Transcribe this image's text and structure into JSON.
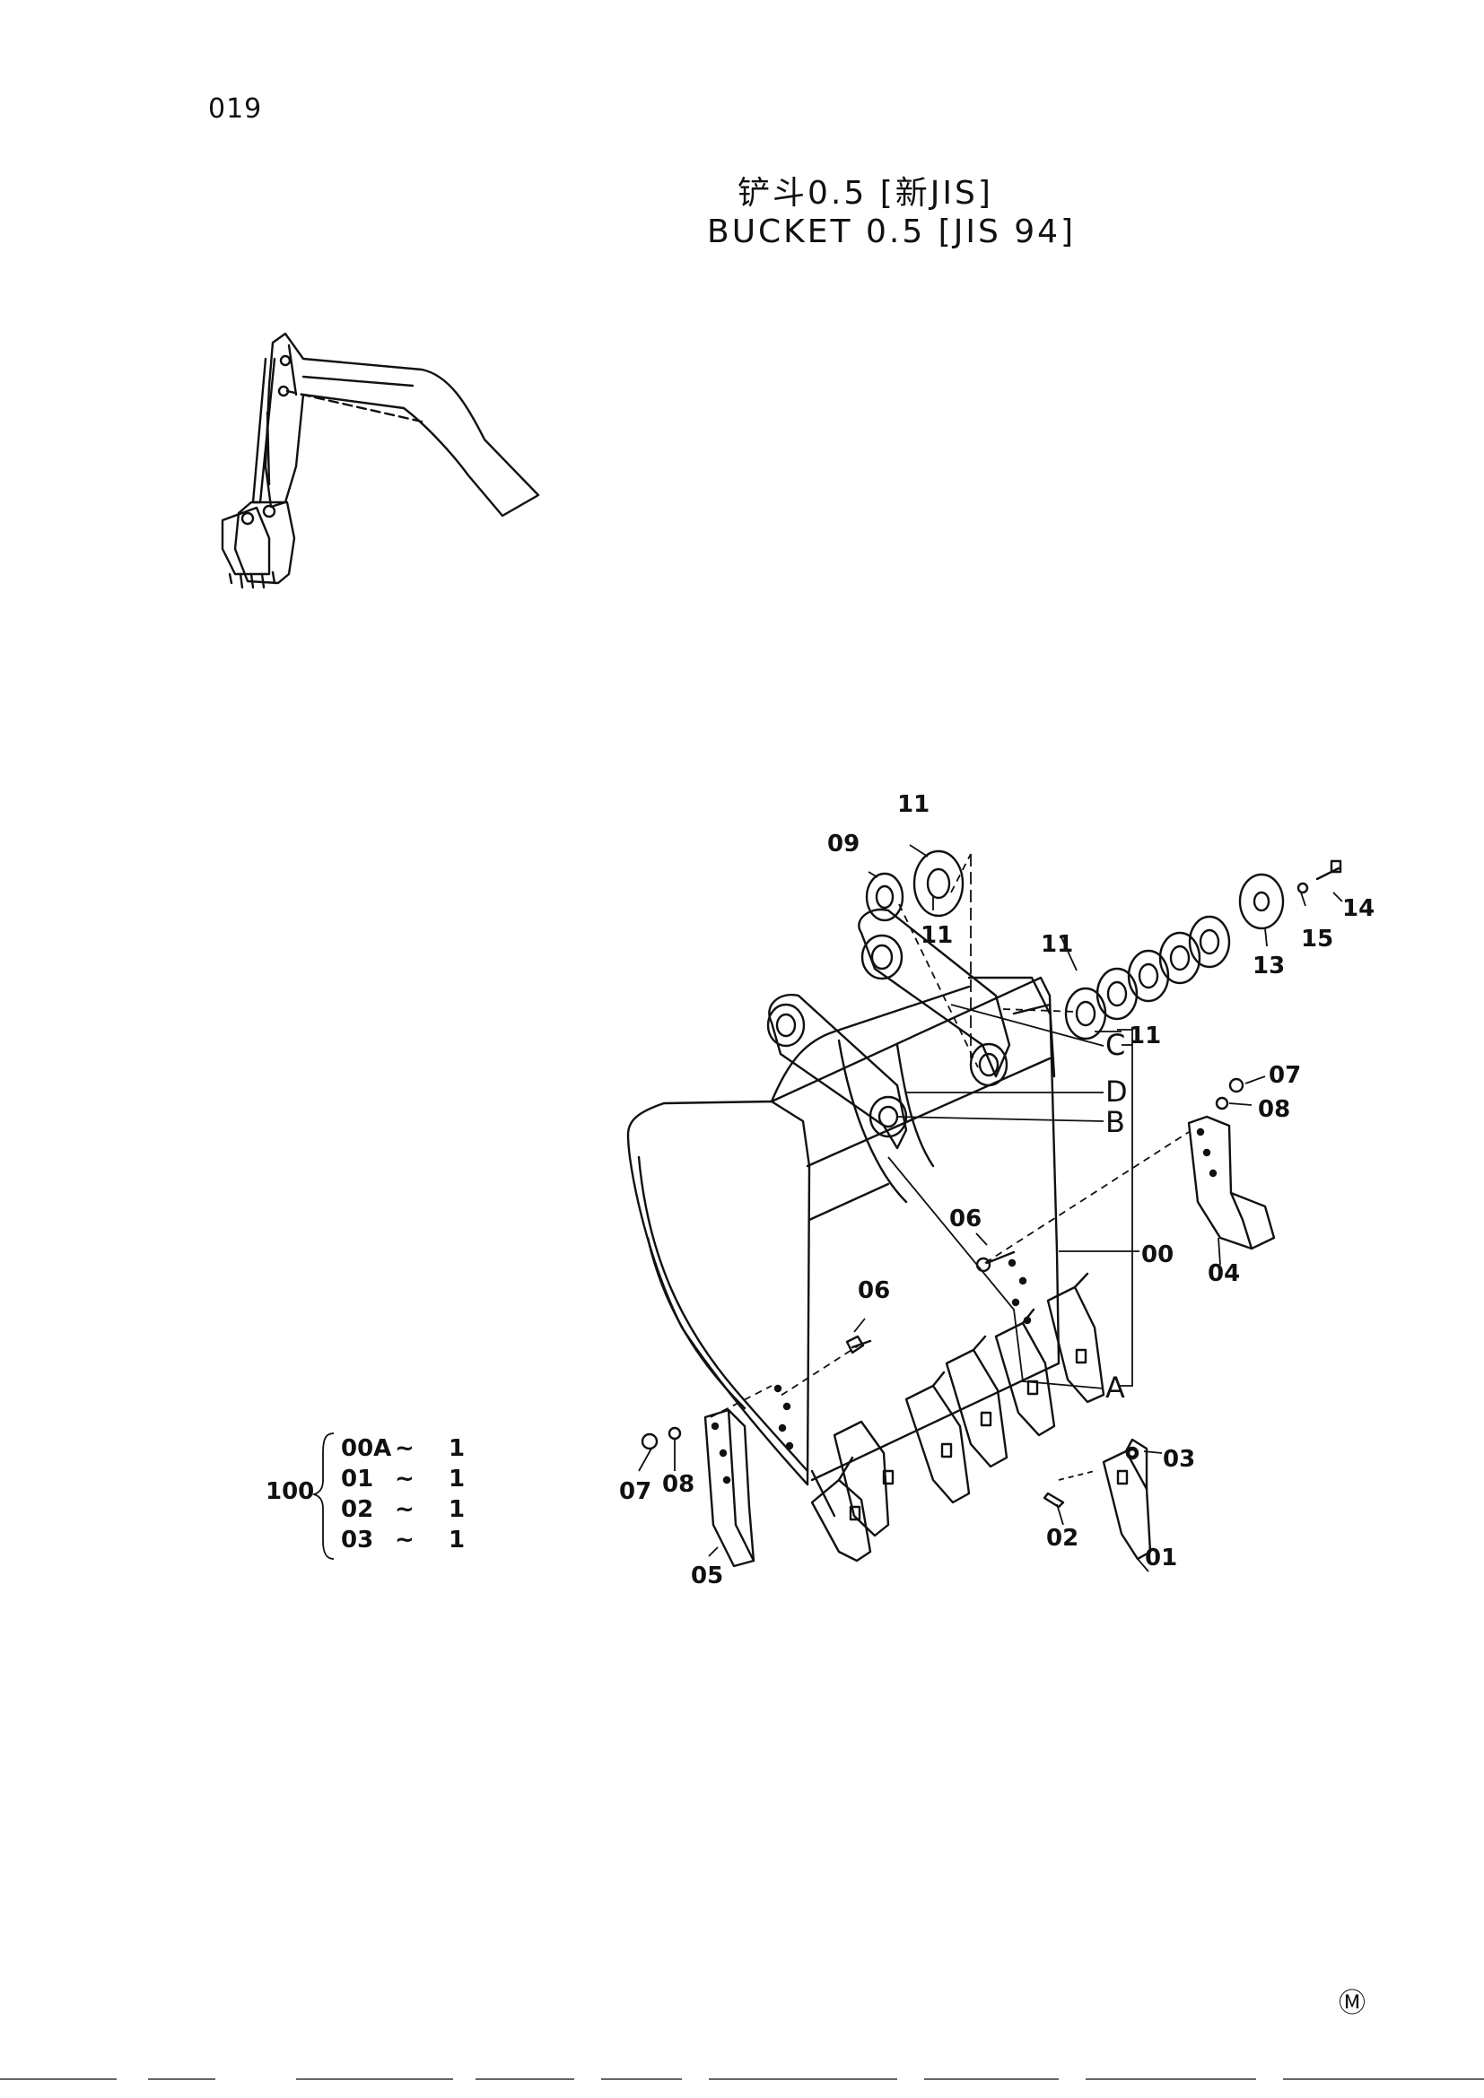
{
  "page": {
    "number": "019",
    "title_cn": "铲斗0.5 [新JIS]",
    "title_en": "BUCKET 0.5 [JIS 94]",
    "maker_mark": "Ⓜ"
  },
  "callouts": {
    "c09": "09",
    "c11_top": "11",
    "c11_mid": "11",
    "c11_right": "11",
    "c11_lower": "11",
    "c13": "13",
    "c14": "14",
    "c15": "15",
    "c07_right": "07",
    "c08_right": "08",
    "c04": "04",
    "c06_upper": "06",
    "c06_lower": "06",
    "c00": "00",
    "c07_left": "07",
    "c08_left": "08",
    "c05": "05",
    "c03": "03",
    "c02": "02",
    "c01": "01"
  },
  "ref_letters": {
    "C": "C",
    "D": "D",
    "B": "B",
    "A": "A"
  },
  "kit": {
    "number": "100",
    "rows": [
      {
        "part": "00A",
        "sep": "~",
        "qty": "1"
      },
      {
        "part": "01",
        "sep": "~",
        "qty": "1"
      },
      {
        "part": "02",
        "sep": "~",
        "qty": "1"
      },
      {
        "part": "03",
        "sep": "~",
        "qty": "1"
      }
    ]
  }
}
